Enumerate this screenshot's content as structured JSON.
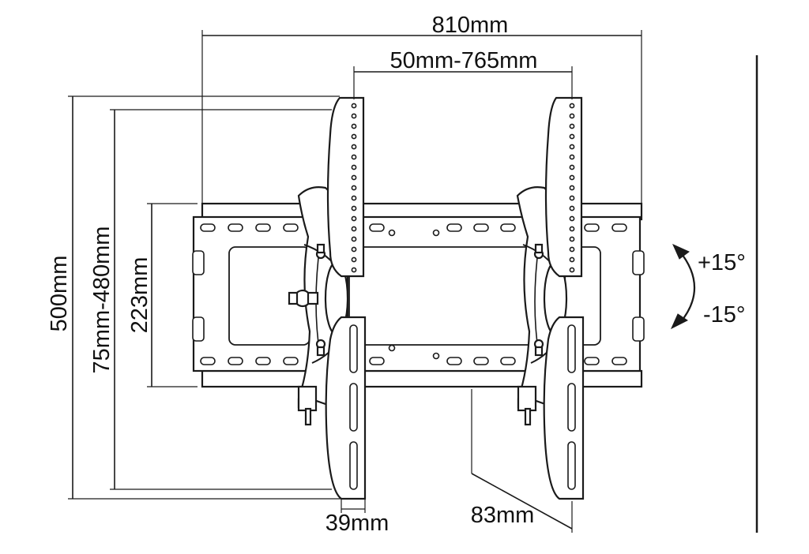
{
  "diagram": {
    "dimensions": {
      "overall_width": "810mm",
      "vesa_horizontal": "50mm-765mm",
      "overall_height": "500mm",
      "vesa_vertical": "75mm-480mm",
      "wall_plate_height": "223mm",
      "arm_width": "39mm",
      "depth": "83mm"
    },
    "tilt": {
      "up": "+15°",
      "down": "-15°"
    }
  }
}
